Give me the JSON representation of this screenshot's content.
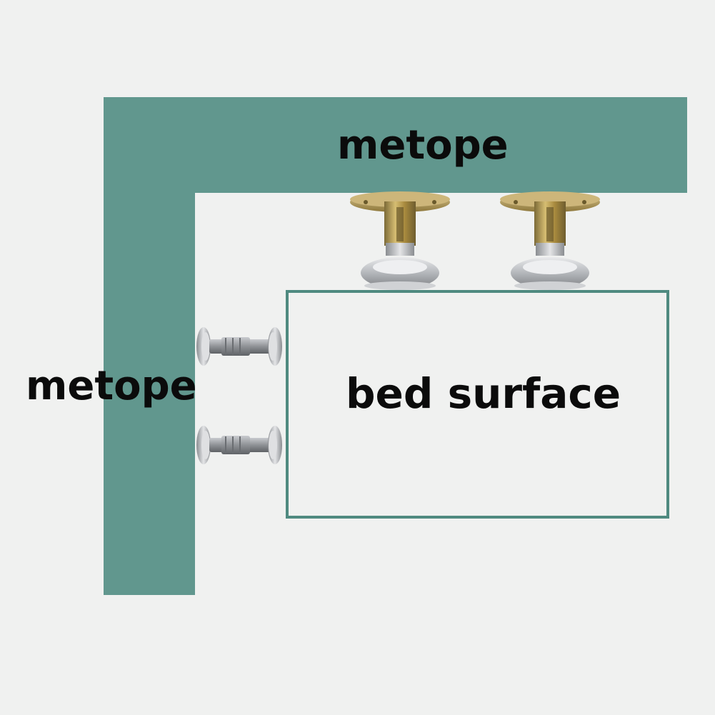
{
  "labels": {
    "wall_top": "metope",
    "wall_left": "metope",
    "bed": "bed surface"
  },
  "colors": {
    "wall": "#61978e",
    "background": "#f0f1f0",
    "bed_outline": "#4f8a80",
    "brass": "#b99a4c",
    "steel": "#b7babd"
  },
  "components": {
    "top_bumpers": 2,
    "side_bumpers": 2
  }
}
